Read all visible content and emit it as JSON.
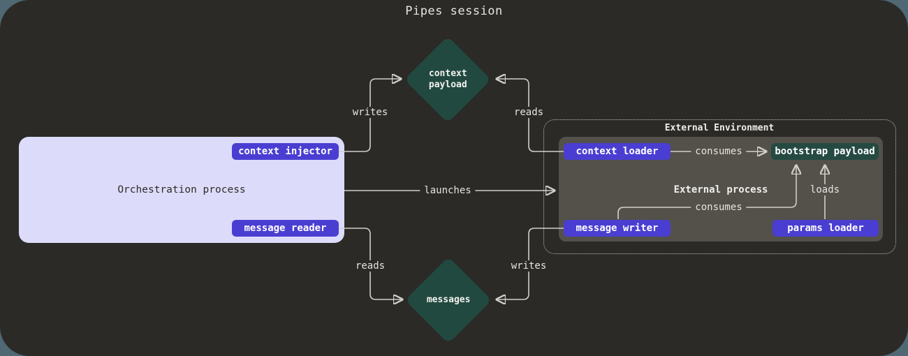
{
  "title": "Pipes session",
  "orchestration": {
    "label": "Orchestration process",
    "context_injector": "context injector",
    "message_reader": "message reader"
  },
  "external_environment": {
    "label": "External Environment",
    "process_label": "External process",
    "context_loader": "context loader",
    "bootstrap_payload": "bootstrap payload",
    "message_writer": "message writer",
    "params_loader": "params loader"
  },
  "nodes": {
    "context_payload": "context payload",
    "messages": "messages"
  },
  "edge_labels": {
    "writes_context": "writes",
    "reads_context": "reads",
    "launches": "launches",
    "reads_messages": "reads",
    "writes_messages": "writes",
    "consumes_top": "consumes",
    "consumes_bottom": "consumes",
    "loads": "loads"
  },
  "colors": {
    "page_bg": "#4f6873",
    "canvas_bg": "#2b2a27",
    "accent_purple": "#4a3ed2",
    "node_green": "#21493f",
    "orchestration_bg": "#dcdcfa",
    "process_bg": "#53514a",
    "line": "#d2cfca"
  }
}
